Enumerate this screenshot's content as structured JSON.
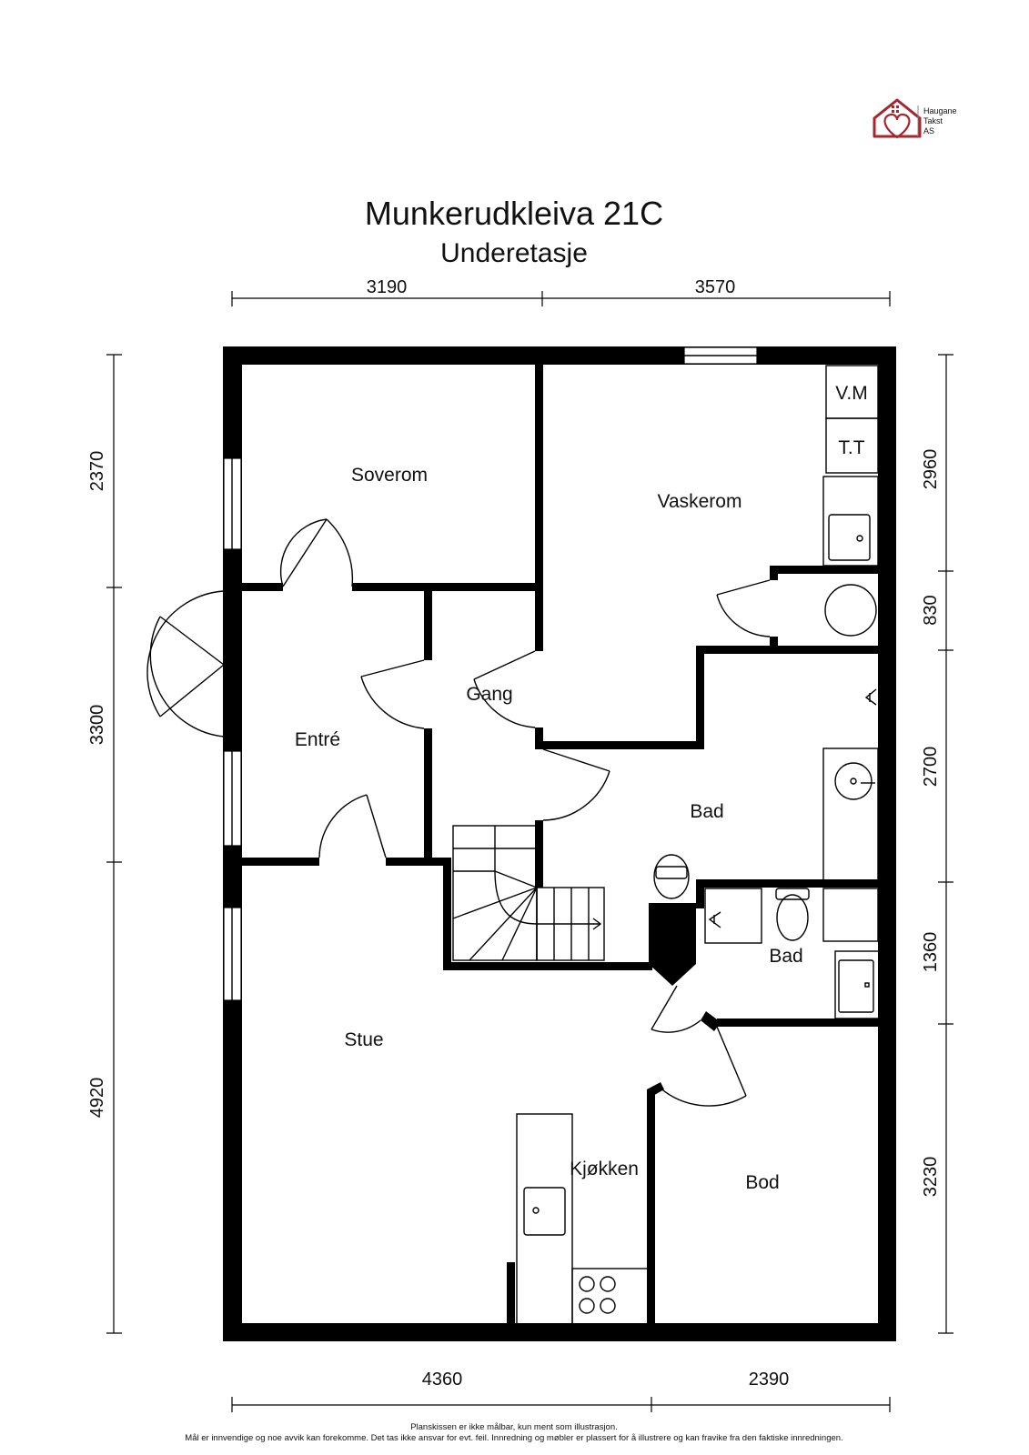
{
  "logo": {
    "name_lines": [
      "Haugane",
      "Takst",
      "AS"
    ],
    "icon": "house-heart-icon",
    "color": "#a8252e"
  },
  "title": "Munkerudkleiva 21C",
  "subtitle": "Underetasje",
  "dimensions": {
    "top": [
      "3190",
      "3570"
    ],
    "bottom": [
      "4360",
      "2390"
    ],
    "left": [
      "2370",
      "3300",
      "4920"
    ],
    "right": [
      "2960",
      "830",
      "2700",
      "1360",
      "3230"
    ]
  },
  "rooms": {
    "soverom": "Soverom",
    "vaskerom": "Vaskerom",
    "gang": "Gang",
    "entre": "Entré",
    "bad_upper": "Bad",
    "bad_lower": "Bad",
    "stue": "Stue",
    "kjokken": "Kjøkken",
    "bod": "Bod"
  },
  "fixtures": {
    "washing_machine": "V.M",
    "dryer": "T.T"
  },
  "footer": {
    "line1": "Planskissen er ikke målbar, kun ment som illustrasjon.",
    "line2": "Mål er innvendige og noe avvik kan forekomme. Det tas ikke ansvar for evt. feil. Innredning og møbler er plassert for å illustrere og kan fravike fra den faktiske innredningen."
  }
}
